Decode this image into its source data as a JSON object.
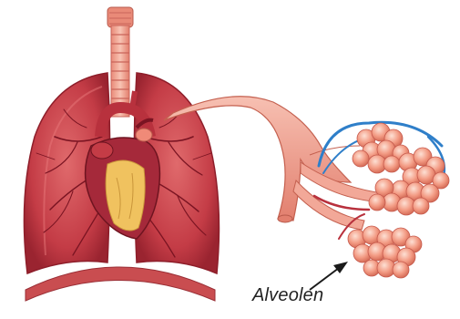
{
  "labels": {
    "alveoli": "Alveolen"
  },
  "colors": {
    "lung_outer": "#b8313d",
    "lung_inner": "#d9575d",
    "lung_shadow": "#8e1e2a",
    "vessel": "#7a1422",
    "trachea": "#f0a28e",
    "trachea_ring": "#c9645a",
    "bronchus": "#f2a898",
    "heart": "#a5293a",
    "heart_fat": "#f0c25f",
    "diaphragm": "#c94d50",
    "alveoli": "#f0917b",
    "alveoli_dark": "#c65a4d",
    "capillary_blue": "#2f7fc9",
    "arrow": "#1a1a1a"
  },
  "icons": [
    "lungs-illustration",
    "heart-illustration",
    "bronchus-illustration",
    "alveoli-cluster",
    "pointer-arrow"
  ]
}
